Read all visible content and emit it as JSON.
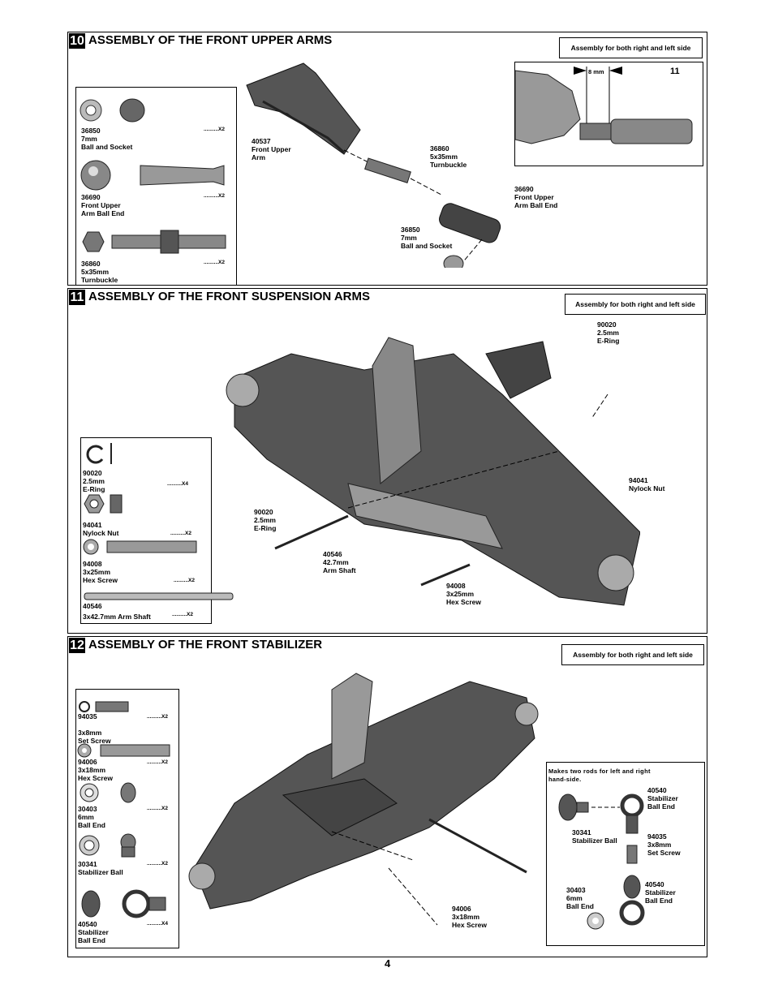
{
  "page_number": "4",
  "s10": {
    "num": "10",
    "title": "ASSEMBLY OF THE FRONT UPPER  ARMS",
    "note": "Assembly for both right and left side",
    "inset_dim": "8 mm",
    "inset_step": "11",
    "parts": [
      {
        "code": "36850",
        "desc": "7mm\nBall and Socket",
        "qty": "..........X2"
      },
      {
        "code": "36690",
        "desc": "Front Upper\nArm Ball End",
        "qty": "..........X2"
      },
      {
        "code": "36860",
        "desc": "5x35mm\nTurnbuckle",
        "qty": "..........X2"
      }
    ],
    "callouts": {
      "arm": "40537\nFront Upper\nArm",
      "turnbuckle": "36860\n5x35mm\nTurnbuckle",
      "ballend": "36690\nFront Upper\nArm Ball End",
      "ball": "36850\n7mm\nBall and Socket"
    }
  },
  "s11": {
    "num": "11",
    "title": "ASSEMBLY OF THE FRONT SUSPENSION ARMS",
    "note": "Assembly for both right and left side",
    "parts": [
      {
        "code": "90020",
        "desc": "2.5mm\nE-Ring",
        "qty": "..........X4"
      },
      {
        "code": "94041",
        "desc": "Nylock Nut",
        "qty": "..........X2"
      },
      {
        "code": "94008",
        "desc": "3x25mm\nHex Screw",
        "qty": "..........X2"
      },
      {
        "code": "40546",
        "desc": "3x42.7mm Arm Shaft",
        "qty": "..........X2"
      }
    ],
    "callouts": {
      "ering_top": "90020\n2.5mm\nE-Ring",
      "nut": "94041\nNylock Nut",
      "ering_left": "90020\n2.5mm\nE-Ring",
      "shaft": "40546\n42.7mm\nArm Shaft",
      "screw": "94008\n3x25mm\nHex Screw"
    }
  },
  "s12": {
    "num": "12",
    "title": "ASSEMBLY OF THE FRONT STABILIZER",
    "note": "Assembly for both right and left side",
    "parts": [
      {
        "code": "94035",
        "desc": "3x8mm\nSet Screw",
        "qty": "..........X2"
      },
      {
        "code": "94006",
        "desc": "3x18mm\nHex Screw",
        "qty": "..........X2"
      },
      {
        "code": "30403",
        "desc": "6mm\nBall End",
        "qty": "..........X2"
      },
      {
        "code": "30341",
        "desc": "Stabilizer Ball",
        "qty": "..........X2"
      },
      {
        "code": "40540",
        "desc": "Stabilizer\nBall End",
        "qty": "..........X4"
      }
    ],
    "inset_note": "Makes two rods for left and right\nhand-side.",
    "inset": {
      "c1": "40540\nStabilizer\nBall End",
      "c2": "30341\nStabilizer Ball",
      "c3": "94035\n3x8mm\nSet Screw",
      "c4": "30403\n6mm\nBall End",
      "c5": "40540\nStabilizer\nBall End"
    },
    "callouts": {
      "screw": "94006\n3x18mm\nHex Screw"
    }
  }
}
